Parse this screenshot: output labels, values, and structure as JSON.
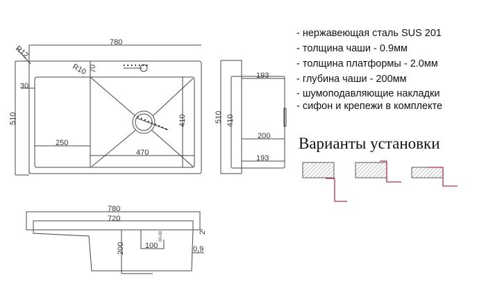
{
  "specs": [
    "- нержавеющая сталь SUS 201",
    "- толщина чаши - 0.9мм",
    "- толщина платформы - 2.0мм",
    "- глубина чаши - 200мм",
    "- шумоподавляющие накладки",
    "- сифон и крепежи в комплекте"
  ],
  "install_title": "Варианты установки",
  "top_view": {
    "width": "780",
    "height": "510",
    "corner_radius": "R12",
    "bowl_radius": "R10",
    "offset": "70",
    "margin": "30",
    "wing": "250",
    "bowl_width": "470",
    "bowl_length": "410"
  },
  "side_view": {
    "height": "510",
    "bowl_length": "410",
    "top": "193",
    "mid": "200",
    "bottom": "193"
  },
  "front_view": {
    "width": "780",
    "inner_width": "720",
    "platform": "2",
    "depth": "200",
    "overflow": "100",
    "overflow_label": "00-00",
    "bowl_thickness": "0,9"
  },
  "colors": {
    "line": "#444444",
    "accent": "#b03050",
    "hatch": "#999999"
  }
}
